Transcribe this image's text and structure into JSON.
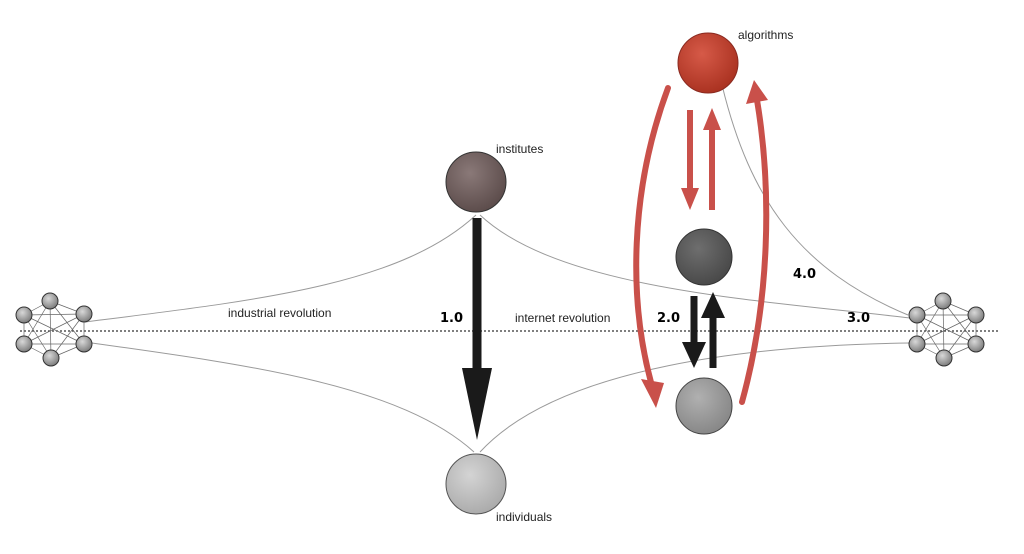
{
  "nodes": {
    "institutes": {
      "label": "institutes",
      "color": "#6b5a59"
    },
    "individuals": {
      "label": "individuals",
      "color": "#bdbdbd"
    },
    "algorithms": {
      "label": "algorithms",
      "color": "#c0392b"
    },
    "middle_dark": {
      "color": "#5a5a5a"
    },
    "middle_light": {
      "color": "#9a9a9a"
    }
  },
  "revolutions": {
    "industrial": "industrial revolution",
    "internet": "internet revolution"
  },
  "versions": {
    "v1": "1.0",
    "v2": "2.0",
    "v3": "3.0",
    "v4": "4.0"
  },
  "colors": {
    "arrow_black": "#1a1a1a",
    "arrow_red": "#c9504a",
    "guide_line": "#9a9a9a",
    "network_node": "#8a8a8a"
  }
}
